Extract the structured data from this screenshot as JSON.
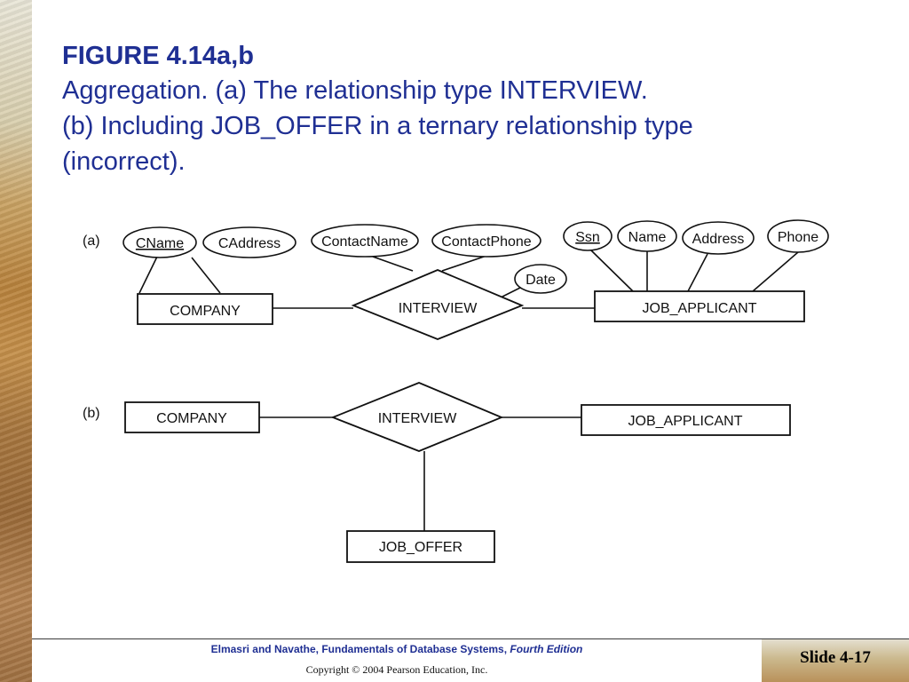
{
  "title": {
    "figure": "FIGURE 4.14a,b",
    "line1": "Aggregation. (a) The relationship type INTERVIEW.",
    "line2": "(b) Including JOB_OFFER in a ternary relationship type",
    "line3": "(incorrect)."
  },
  "diagram_a": {
    "label": "(a)",
    "company": "COMPANY",
    "interview": "INTERVIEW",
    "job_applicant": "JOB_APPLICANT",
    "attributes": {
      "cname": "CName",
      "caddress": "CAddress",
      "contactname": "ContactName",
      "contactphone": "ContactPhone",
      "date": "Date",
      "ssn": "Ssn",
      "name": "Name",
      "address": "Address",
      "phone": "Phone"
    }
  },
  "diagram_b": {
    "label": "(b)",
    "company": "COMPANY",
    "interview": "INTERVIEW",
    "job_applicant": "JOB_APPLICANT",
    "job_offer": "JOB_OFFER"
  },
  "footer": {
    "book": "Elmasri and Navathe, Fundamentals of Database Systems,",
    "edition": "Fourth Edition",
    "copyright": "Copyright © 2004 Pearson Education, Inc.",
    "slide": "Slide 4-17"
  }
}
